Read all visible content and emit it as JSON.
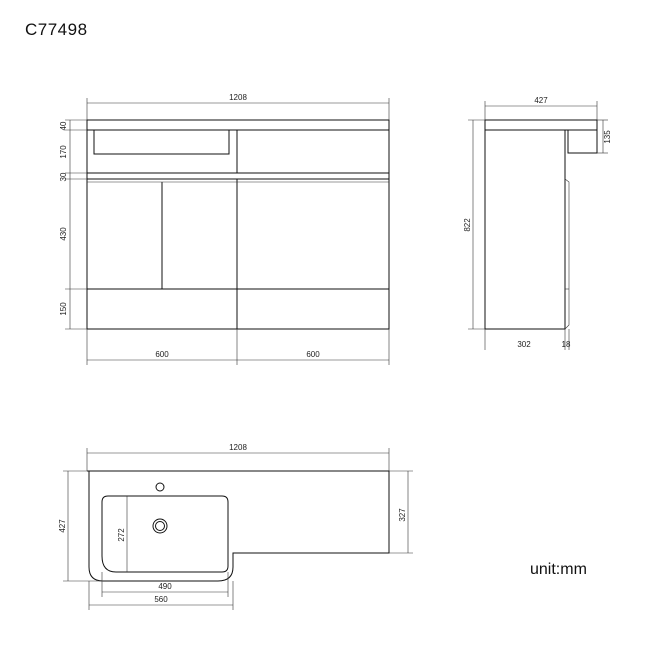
{
  "product_code": "C77498",
  "unit": "unit:mm",
  "front_view": {
    "overall_width": "1208",
    "left_width": "600",
    "right_width": "600",
    "heights": [
      "40",
      "170",
      "30",
      "430",
      "150"
    ]
  },
  "side_view": {
    "depth": "427",
    "basin_height": "135",
    "total_height": "822",
    "cabinet_depth": "302",
    "door_thickness": "18"
  },
  "plan_view": {
    "overall_width": "1208",
    "left_depth": "427",
    "right_depth": "327",
    "bowl_depth": "272",
    "bowl_width": "490",
    "basin_width": "560"
  }
}
